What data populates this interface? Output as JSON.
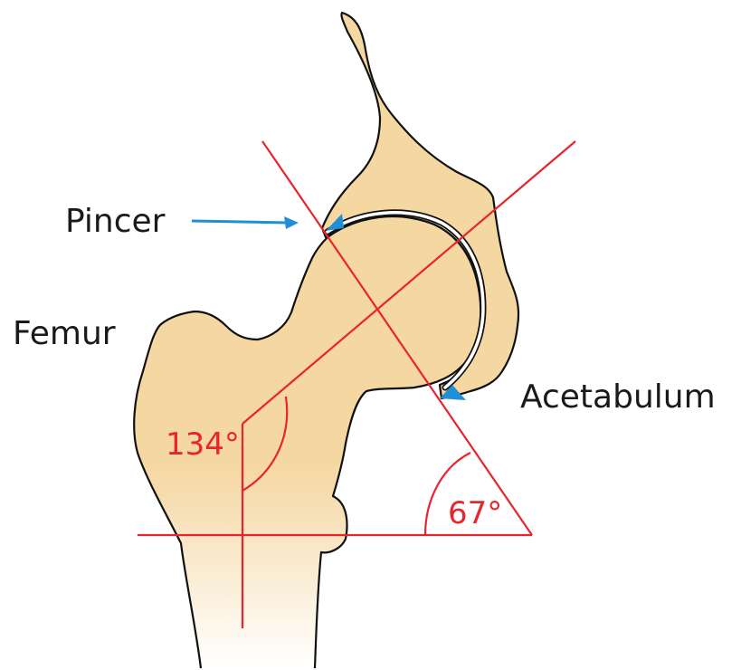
{
  "labels": {
    "pincer": "Pincer",
    "femur": "Femur",
    "acetabulum": "Acetabulum",
    "neck_shaft_angle": "134°",
    "acetabular_angle": "67°"
  },
  "colors": {
    "bone": "#f5d7a1",
    "outline": "#111111",
    "angle_lines": "#e8242c",
    "pincer_marker": "#1f8fd6"
  }
}
